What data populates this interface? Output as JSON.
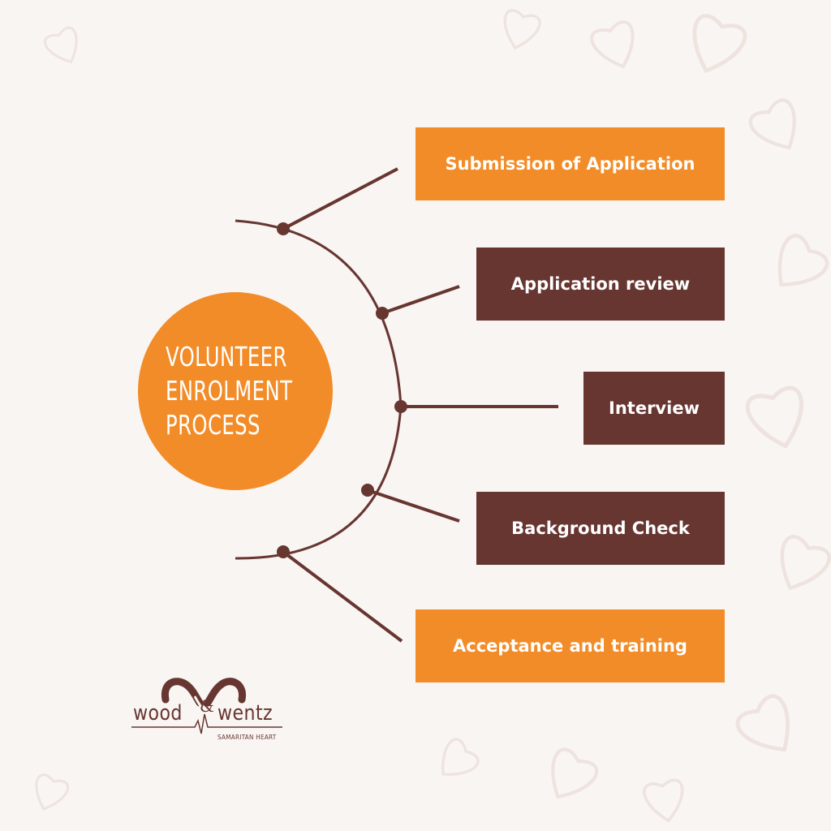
{
  "center": {
    "title": "VOLUNTEER\nENROLMENT\nPROCESS"
  },
  "steps": [
    {
      "label": "Submission of Application",
      "color": "#f28c28"
    },
    {
      "label": "Application review",
      "color": "#673631"
    },
    {
      "label": "Interview",
      "color": "#673631"
    },
    {
      "label": "Background Check",
      "color": "#673631"
    },
    {
      "label": "Acceptance and training",
      "color": "#f28c28"
    }
  ],
  "logo": {
    "word_left": "wood",
    "ampersand": "&",
    "word_right": "wentz",
    "tagline": "SAMARITAN HEART"
  },
  "colors": {
    "accent": "#f28c28",
    "brown": "#673631",
    "background": "#f9f5f3"
  }
}
